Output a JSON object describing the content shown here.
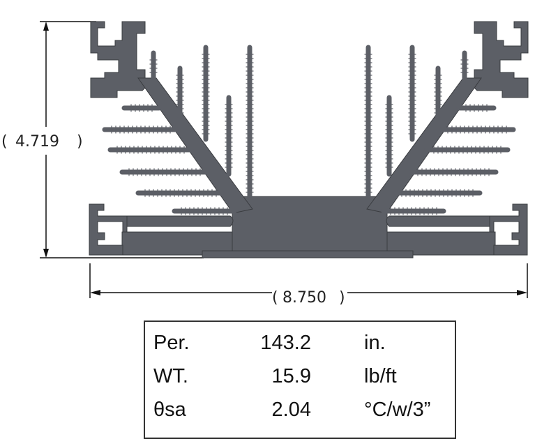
{
  "dimensions": {
    "height": "4.719",
    "width": "8.750"
  },
  "specs": [
    {
      "label": "Per.",
      "value": "143.2",
      "unit": "in."
    },
    {
      "label": "WT.",
      "value": "15.9",
      "unit": "lb/ft"
    },
    {
      "label": "θsa",
      "value": "2.04",
      "unit": "°C/w/3”"
    }
  ],
  "colors": {
    "profile": "#5c5f66",
    "lines": "#111111"
  }
}
